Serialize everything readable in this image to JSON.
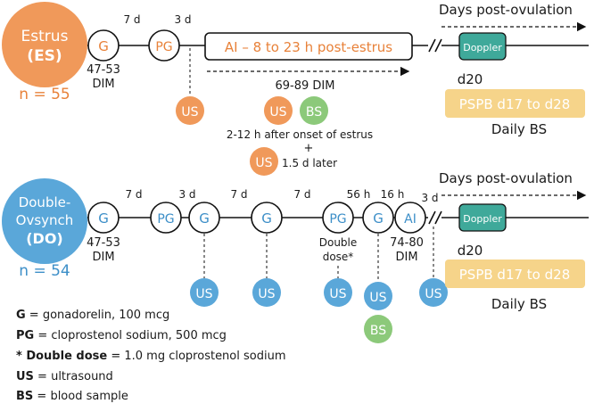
{
  "colors": {
    "orange": "#f0995a",
    "orange_text": "#e8823a",
    "blue": "#5aa7d9",
    "blue_text": "#3d8fc8",
    "green": "#8cc97a",
    "teal": "#3fa99a",
    "yellow": "#f6d48a",
    "line": "#111111"
  },
  "es": {
    "group_line1": "Estrus",
    "group_line2": "(ES)",
    "n": "n = 55",
    "g_label": "G",
    "pg_label": "PG",
    "interval_g_pg": "7 d",
    "interval_pg_ai": "3 d",
    "dim_line1": "47-53",
    "dim_line2": "DIM",
    "ai_box": "AI – 8 to 23 h post-estrus",
    "ai_dim": "69-89 DIM",
    "us_label": "US",
    "bs_label": "BS",
    "note_estrus": "2-12 h after onset of estrus",
    "plus": "+",
    "note_later": "1.5 d later",
    "days_post_ovulation": "Days post-ovulation",
    "doppler": "Doppler",
    "d20": "d20",
    "pspb": "PSPB d17 to d28",
    "daily_bs": "Daily BS"
  },
  "do": {
    "group_line1": "Double-",
    "group_line2": "Ovsynch",
    "group_line3": "(DO)",
    "n": "n = 54",
    "nodes": [
      "G",
      "PG",
      "G",
      "G",
      "PG",
      "G",
      "AI"
    ],
    "intervals": [
      "7 d",
      "3 d",
      "7 d",
      "7 d",
      "56 h",
      "16 h",
      "3 d"
    ],
    "dim_line1": "47-53",
    "dim_line2": "DIM",
    "double_dose_line1": "Double",
    "double_dose_line2": "dose*",
    "ai_dim_line1": "74-80",
    "ai_dim_line2": "DIM",
    "us_label": "US",
    "bs_label": "BS",
    "days_post_ovulation": "Days post-ovulation",
    "doppler": "Doppler",
    "d20": "d20",
    "pspb": "PSPB d17 to d28",
    "daily_bs": "Daily BS"
  },
  "legend": [
    {
      "term": "G",
      "definition": " = gonadorelin, 100 mcg"
    },
    {
      "term": "PG",
      "definition": " = cloprostenol sodium, 500 mcg"
    },
    {
      "term": "* Double dose",
      "definition": " = 1.0 mg cloprostenol sodium"
    },
    {
      "term": "US",
      "definition": " = ultrasound"
    },
    {
      "term": "BS",
      "definition": " = blood sample"
    }
  ]
}
